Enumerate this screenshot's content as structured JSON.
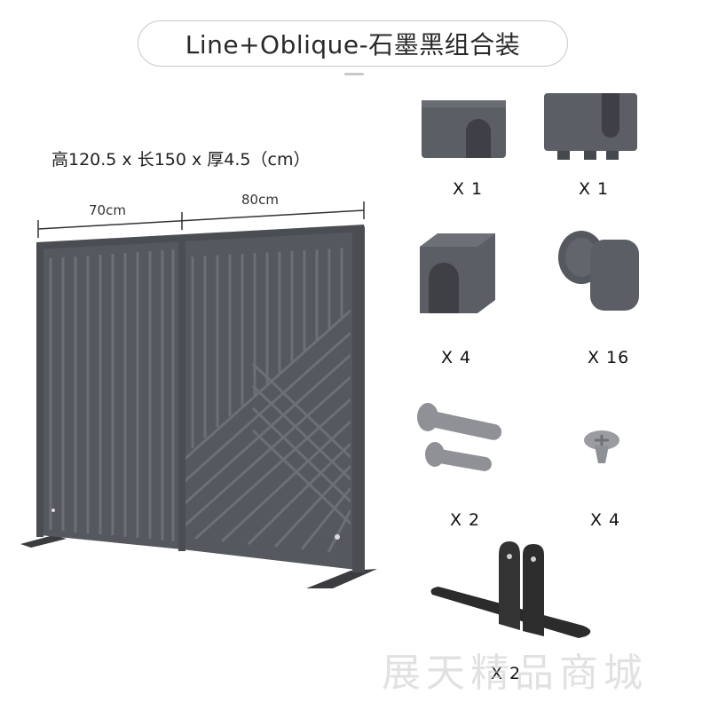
{
  "title": "Line+Oblique-石墨黑组合装",
  "dimensions_text": "高120.5 x 长150 x 厚4.5（cm）",
  "panel_widths": {
    "left": "70cm",
    "right": "80cm"
  },
  "parts": [
    {
      "name": "corner connector",
      "quantity": "X 1"
    },
    {
      "name": "top connector with feet",
      "quantity": "X 1"
    },
    {
      "name": "u-clip",
      "quantity": "X 4"
    },
    {
      "name": "rubber plug",
      "quantity": "X 16"
    },
    {
      "name": "bolt",
      "quantity": "X 2"
    },
    {
      "name": "screw",
      "quantity": "X 4"
    },
    {
      "name": "t-stand foot",
      "quantity": "X 2"
    }
  ],
  "watermark": "展天精品商城",
  "colors": {
    "graphite": "#5b5e64",
    "graphite_dark": "#45484d",
    "stand": "#2b2b2b"
  }
}
